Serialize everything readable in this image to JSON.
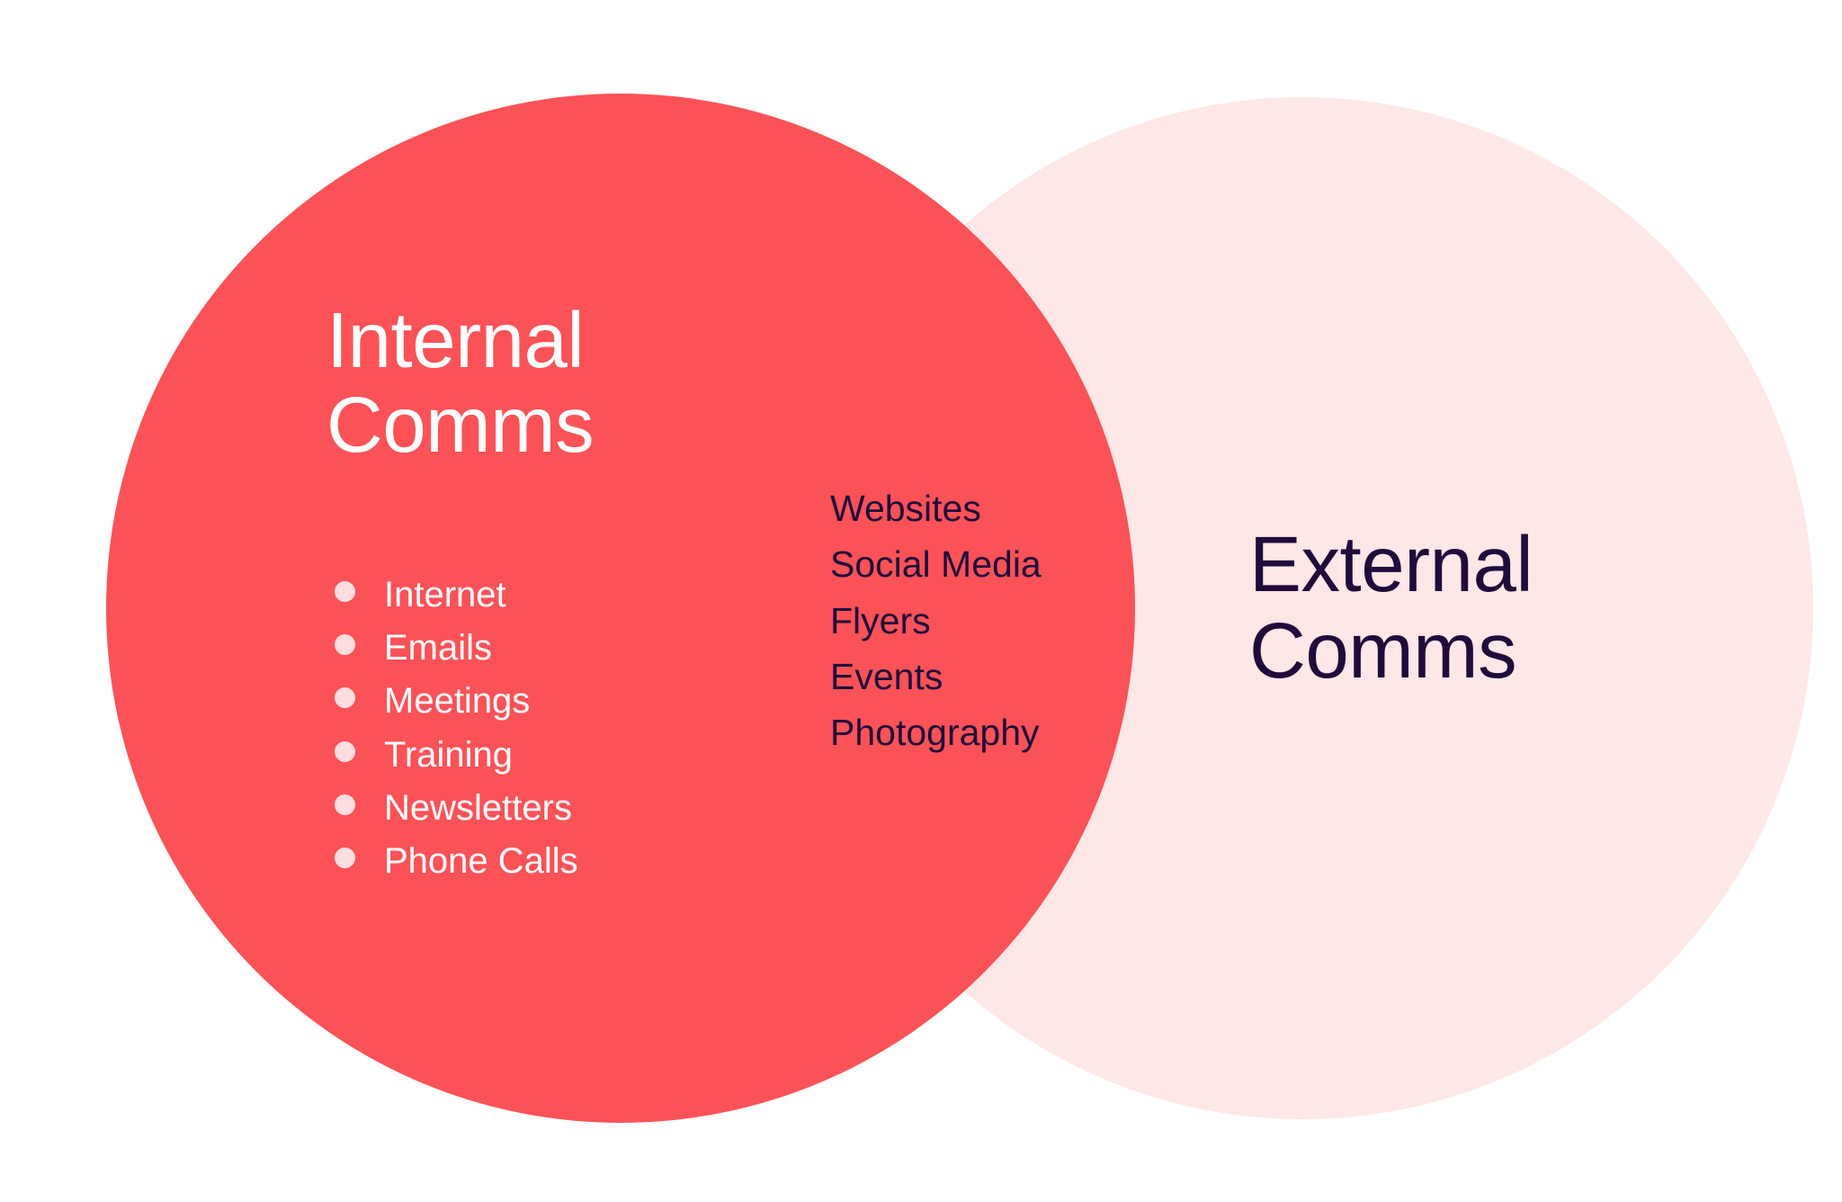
{
  "diagram": {
    "type": "venn",
    "background_color": "#FFFFFF",
    "sets": {
      "left": {
        "title": "Internal\nComms",
        "title_color": "#FFFFFF",
        "fill_color": "#FB5258",
        "bullet_color": "#FCDDE0",
        "items": [
          {
            "label": "Internet",
            "bullet": "bullet-dot"
          },
          {
            "label": "Emails",
            "bullet": "bullet-dot"
          },
          {
            "label": "Meetings",
            "bullet": "bullet-dot"
          },
          {
            "label": "Training",
            "bullet": "bullet-dot"
          },
          {
            "label": "Newsletters",
            "bullet": "bullet-dot"
          },
          {
            "label": "Phone Calls",
            "bullet": "bullet-dot"
          }
        ]
      },
      "right": {
        "title": "External\nComms",
        "title_color": "#200B3B",
        "fill_color": "#FDDEE2",
        "items": []
      },
      "overlap": {
        "fill_color": "#FB9398",
        "text_color": "#200B3B",
        "bullet_color": "#FB5258",
        "items": [
          {
            "label": "Websites",
            "bullet": "bullet-dot"
          },
          {
            "label": "Social Media",
            "bullet": "bullet-dot"
          },
          {
            "label": "Flyers",
            "bullet": "bullet-dot"
          },
          {
            "label": "Events",
            "bullet": "bullet-dot"
          },
          {
            "label": "Photography",
            "bullet": "bullet-dot"
          }
        ]
      }
    }
  }
}
